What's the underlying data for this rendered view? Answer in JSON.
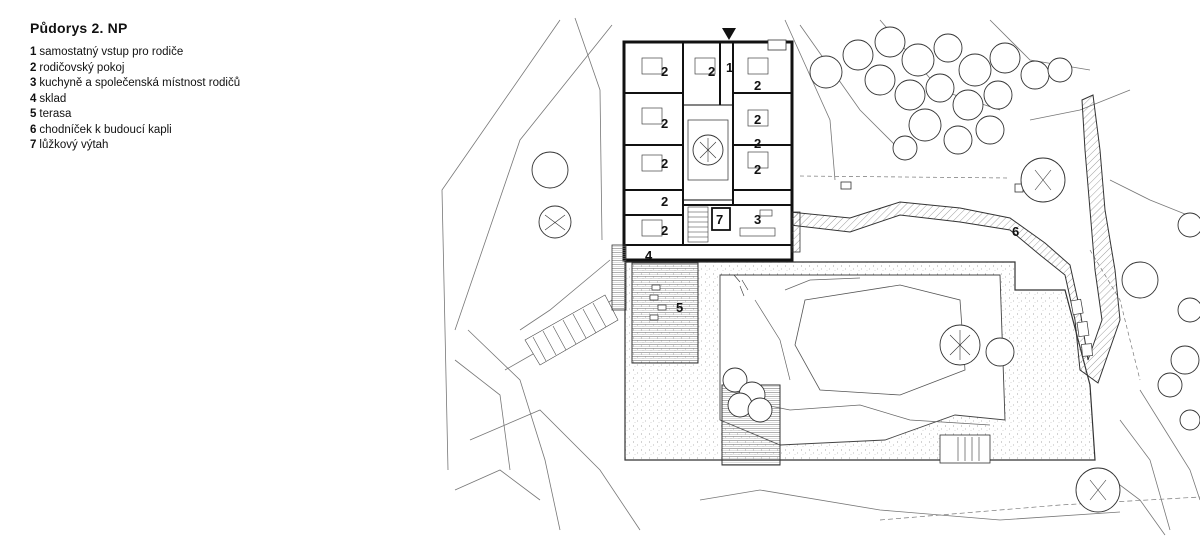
{
  "title": "Půdorys 2. NP",
  "legend": [
    {
      "num": "1",
      "text": "samostatný vstup pro rodiče"
    },
    {
      "num": "2",
      "text": "rodičovský pokoj"
    },
    {
      "num": "3",
      "text": "kuchyně a společenská místnost rodičů"
    },
    {
      "num": "4",
      "text": "sklad"
    },
    {
      "num": "5",
      "text": "terasa"
    },
    {
      "num": "6",
      "text": "chodníček k budoucí kapli"
    },
    {
      "num": "7",
      "text": "lůžkový výtah"
    }
  ],
  "plan_labels": {
    "entrance": "1",
    "room": "2",
    "kitchen": "3",
    "storage": "4",
    "terrace": "5",
    "path": "6",
    "elevator": "7"
  }
}
